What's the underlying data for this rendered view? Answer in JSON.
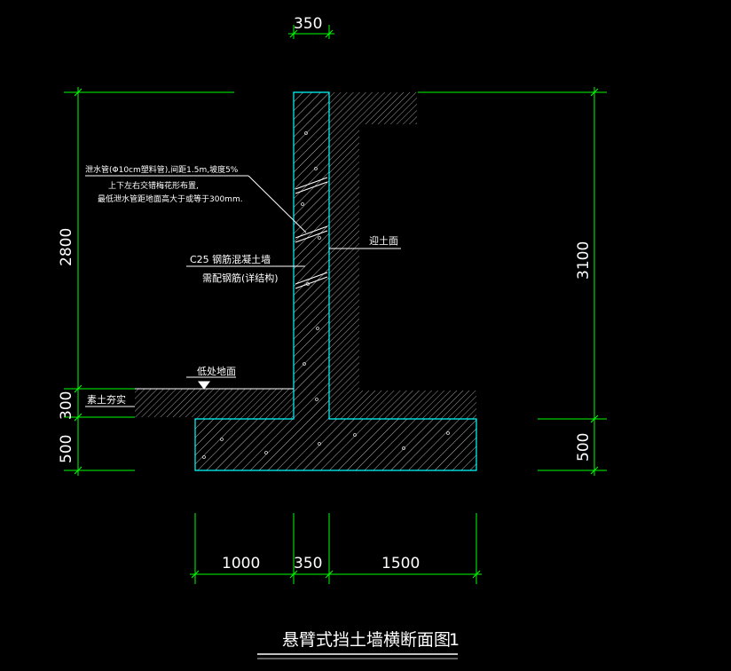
{
  "colors": {
    "background": "#000000",
    "dimension_lines": "#00ff00",
    "concrete_outline": "#00ffff",
    "hatch": "#bbbbbb",
    "text": "#ffffff"
  },
  "dimensions": {
    "top_wall_width": "350",
    "left_wall_height": "2800",
    "left_fill": "300",
    "left_base": "500",
    "right_total": "3100",
    "right_base": "500",
    "bottom_toe": "1000",
    "bottom_stem": "350",
    "bottom_heel": "1500"
  },
  "notes": {
    "drain_pipe_line1": "泄水管(Φ10cm塑料管),间距1.5m,坡度5%",
    "drain_pipe_line2": "上下左右交错梅花形布置,",
    "drain_pipe_line3": "最低泄水管距地面高大于或等于300mm.",
    "wall_material_line1": "C25   钢筋混凝土墙",
    "wall_material_line2": "需配钢筋(详结构)",
    "soil_face": "迎土面",
    "low_ground": "低处地面",
    "compacted_soil": "素土夯实"
  },
  "title": {
    "text": "悬臂式挡土墙横断面图",
    "number": "1"
  }
}
